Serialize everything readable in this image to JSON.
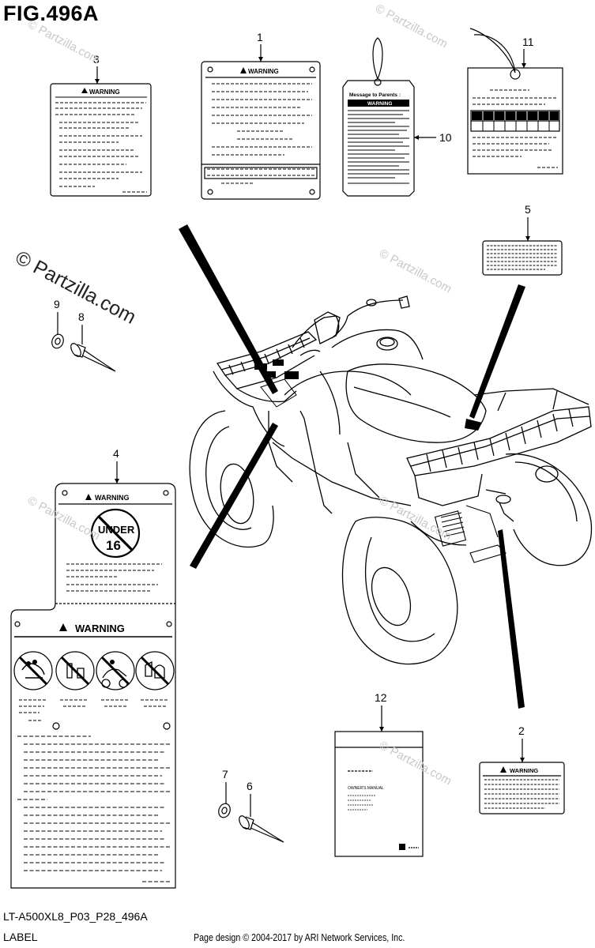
{
  "header": {
    "figure_title": "FIG.496A"
  },
  "footer": {
    "code": "LT-A500XL8_P03_P28_496A",
    "caption": "LABEL",
    "credit": "Page design © 2004-2017 by ARI Network Services, Inc."
  },
  "watermark": {
    "main": "© Partzilla.com",
    "faint": "© Partzilla.com"
  },
  "callouts": [
    "1",
    "2",
    "3",
    "4",
    "5",
    "6",
    "7",
    "8",
    "9",
    "10",
    "11",
    "12"
  ],
  "labels": {
    "warning": "WARNING",
    "under": "UNDER",
    "age": "16",
    "message_to_parents": "Message to Parents :",
    "owners_manual": "OWNER'S MANUAL"
  }
}
